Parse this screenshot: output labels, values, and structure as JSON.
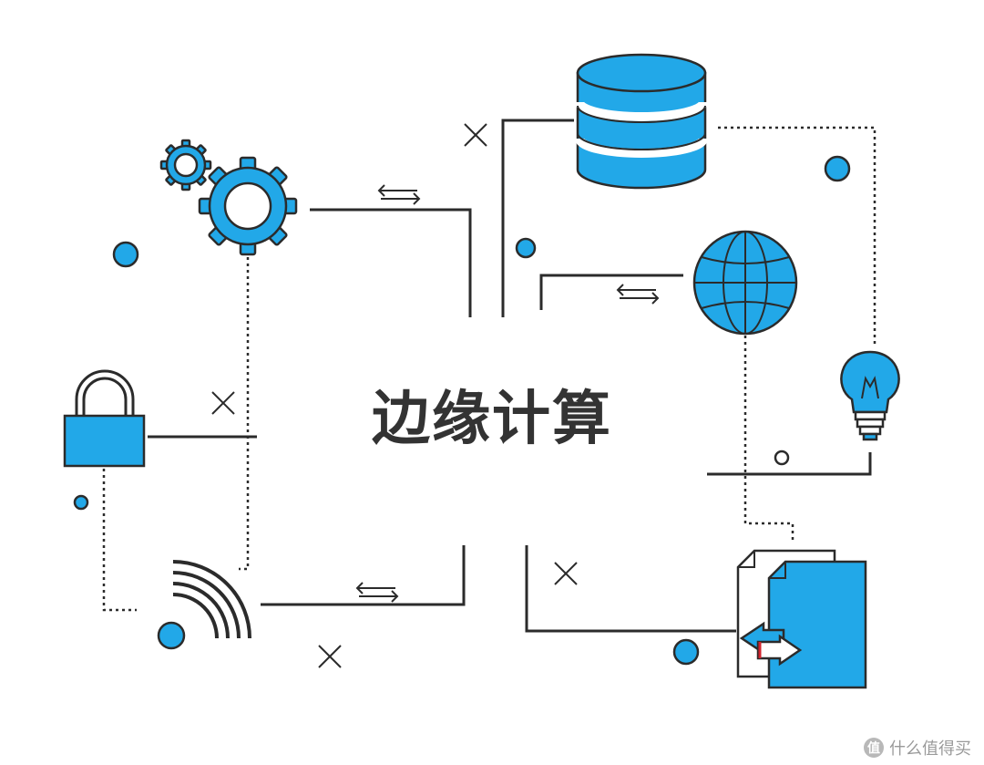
{
  "center_title": "边缘计算",
  "watermark": {
    "logo_glyph": "值",
    "text": "什么值得买"
  },
  "colors": {
    "accent": "#22a8e8",
    "line": "#2b2b2b",
    "text": "#333333"
  },
  "icons": [
    "gears-icon",
    "database-icon",
    "globe-icon",
    "lightbulb-icon",
    "padlock-icon",
    "wifi-signal-icon",
    "documents-transfer-icon"
  ]
}
